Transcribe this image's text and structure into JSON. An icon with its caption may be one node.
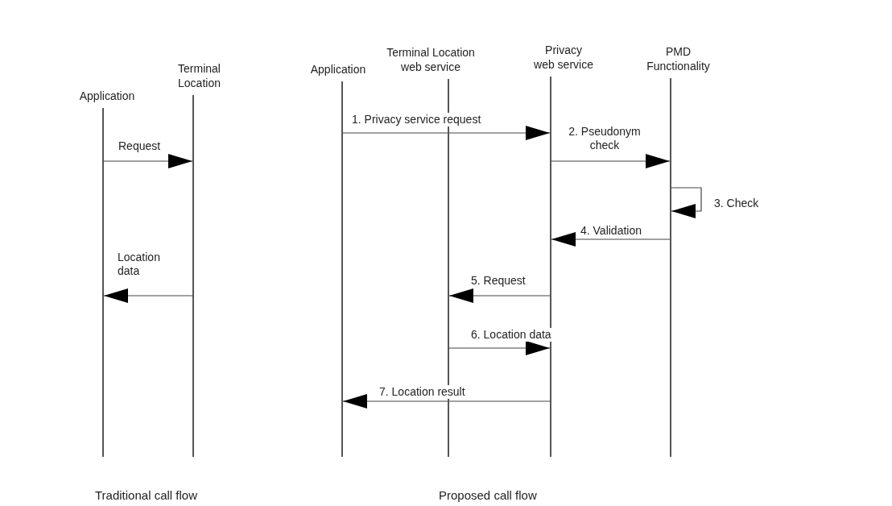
{
  "diagram": {
    "nodes": [
      {
        "text": [
          "Application"
        ]
      },
      {
        "text": [
          "Terminal Location"
        ]
      },
      {
        "text": [
          "Application"
        ]
      },
      {
        "text": [
          "Terminal Location web service"
        ]
      },
      {
        "text": [
          "Privacy web service"
        ]
      },
      {
        "text": [
          "PMD Functionality"
        ]
      }
    ],
    "edges": [
      {
        "from": 0,
        "to": 1,
        "arrow": "to",
        "label": "Request"
      },
      {
        "from": 1,
        "to": 0,
        "arrow": "to",
        "label": "Location data"
      },
      {
        "from": 2,
        "to": 4,
        "arrow": "to",
        "label": "1. Privacy service request"
      },
      {
        "from": 4,
        "to": 5,
        "arrow": "to",
        "label": "2. Pseudonym check"
      },
      {
        "from": 5,
        "to": 5,
        "arrow": "to",
        "label": "3. Check"
      },
      {
        "from": 5,
        "to": 4,
        "arrow": "to",
        "label": "4. Validation"
      },
      {
        "from": 4,
        "to": 3,
        "arrow": "to",
        "label": "5. Request"
      },
      {
        "from": 3,
        "to": 4,
        "arrow": "to",
        "label": "6. Location data"
      },
      {
        "from": 4,
        "to": 2,
        "arrow": "to",
        "label": "7. Location result"
      }
    ],
    "labels": [
      "Traditional call flow",
      "Proposed call flow"
    ]
  }
}
